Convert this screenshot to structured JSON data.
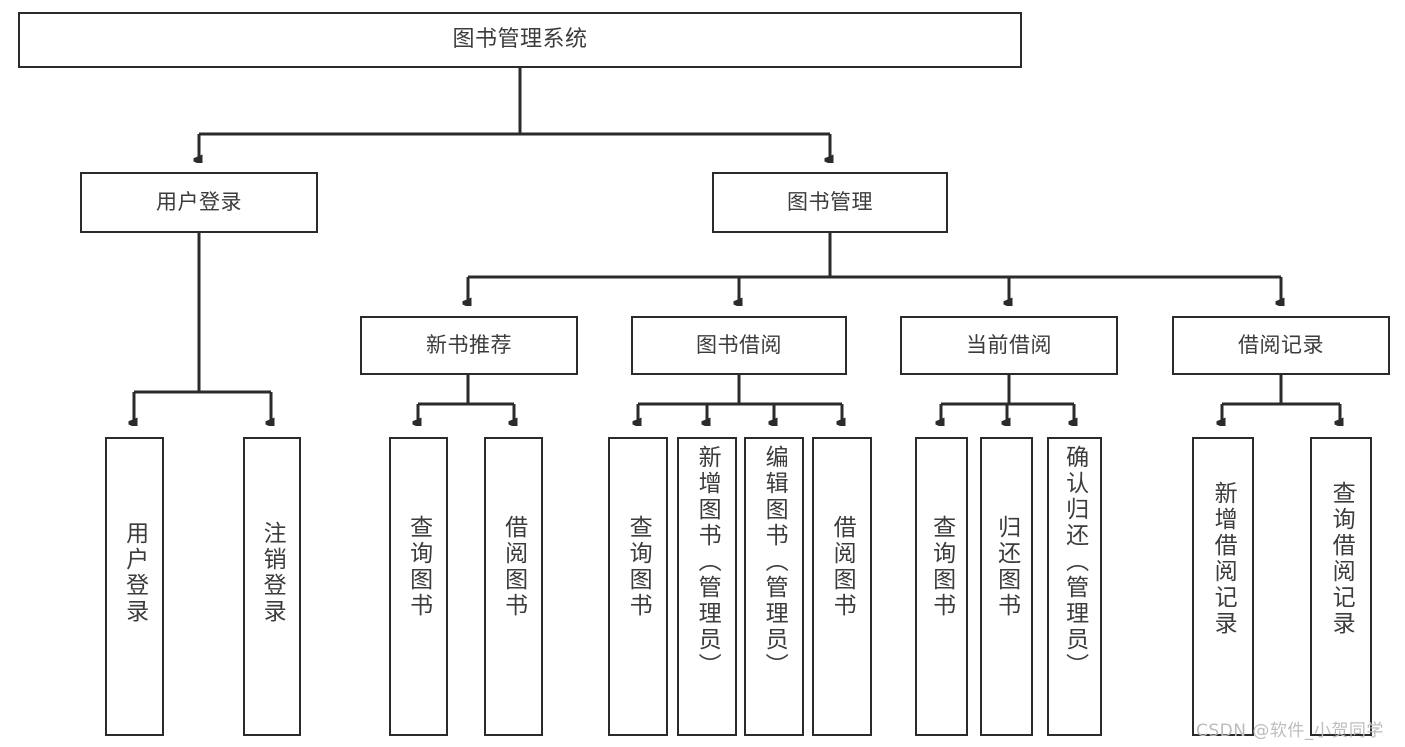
{
  "diagram": {
    "type": "tree-hierarchy",
    "title": "图书管理系统",
    "orientation": "top-down",
    "edge_color": "#2b2b2b",
    "node_border_color": "#2b2b2b",
    "node_fill_color": "#ffffff",
    "text_color": "#3c3c3c",
    "background": "#ffffff"
  },
  "nodes": {
    "root": {
      "label": "图书管理系统"
    },
    "level2": [
      {
        "id": "user-login",
        "label": "用户登录"
      },
      {
        "id": "book-manage",
        "label": "图书管理"
      }
    ],
    "level3": [
      {
        "id": "new-book-recommend",
        "label": "新书推荐"
      },
      {
        "id": "book-borrow",
        "label": "图书借阅"
      },
      {
        "id": "current-borrow",
        "label": "当前借阅"
      },
      {
        "id": "borrow-record",
        "label": "借阅记录"
      }
    ],
    "leaves": {
      "user-login": [
        {
          "id": "leaf-user-login",
          "label": "用户登录"
        },
        {
          "id": "leaf-logout-login",
          "label": "注销登录"
        }
      ],
      "new-book-recommend": [
        {
          "id": "leaf-query-book-1",
          "label": "查询图书"
        },
        {
          "id": "leaf-borrow-book-1",
          "label": "借阅图书"
        }
      ],
      "book-borrow": [
        {
          "id": "leaf-query-book-2",
          "label": "查询图书"
        },
        {
          "id": "leaf-add-book",
          "label": "新增图书（管理员）"
        },
        {
          "id": "leaf-edit-book",
          "label": "编辑图书（管理员）"
        },
        {
          "id": "leaf-borrow-book-2",
          "label": "借阅图书"
        }
      ],
      "current-borrow": [
        {
          "id": "leaf-query-book-3",
          "label": "查询图书"
        },
        {
          "id": "leaf-return-book",
          "label": "归还图书"
        },
        {
          "id": "leaf-confirm-return",
          "label": "确认归还（管理员）"
        }
      ],
      "borrow-record": [
        {
          "id": "leaf-add-record",
          "label": "新增借阅记录"
        },
        {
          "id": "leaf-query-record",
          "label": "查询借阅记录"
        }
      ]
    }
  },
  "watermark": {
    "text": "CSDN @软件_小贺同学"
  }
}
